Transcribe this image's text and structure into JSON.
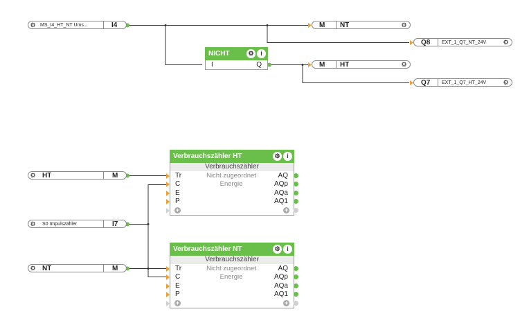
{
  "inputs": {
    "ms_i4": {
      "name": "MS_I4_HT_NT  Ums...",
      "port": "I4"
    },
    "ht": {
      "name": "HT",
      "port": "M"
    },
    "s0": {
      "name": "S0 Impulszähler",
      "port": "I7"
    },
    "nt": {
      "name": "NT",
      "port": "M"
    }
  },
  "outputs": {
    "m_nt": {
      "port": "M",
      "name": "NT"
    },
    "q8": {
      "port": "Q8",
      "name": "EXT_1_Q7_NT_24V"
    },
    "m_ht": {
      "port": "M",
      "name": "HT"
    },
    "q7": {
      "port": "Q7",
      "name": "EXT_1_Q7_HT_24V"
    }
  },
  "nicht_block": {
    "title": "NICHT",
    "input": "I",
    "output": "Q"
  },
  "counters": [
    {
      "title": "Verbrauchszähler HT",
      "subtitle": "Verbrauchszähler",
      "inputs": [
        "Tr",
        "C",
        "E",
        "P"
      ],
      "outputs": [
        "AQ",
        "AQp",
        "AQa",
        "AQ1"
      ],
      "note_line1": "Nicht zugeordnet",
      "note_line2": "Energie"
    },
    {
      "title": "Verbrauchszähler NT",
      "subtitle": "Verbrauchszähler",
      "inputs": [
        "Tr",
        "C",
        "E",
        "P"
      ],
      "outputs": [
        "AQ",
        "AQp",
        "AQa",
        "AQ1"
      ],
      "note_line1": "Nicht zugeordnet",
      "note_line2": "Energie"
    }
  ],
  "icons": {
    "gear": "gear-icon",
    "info": "info-icon",
    "plus": "add-input-icon"
  },
  "colors": {
    "accent": "#6abf4b",
    "wire": "#333333",
    "input_pin": "#f0a030"
  }
}
